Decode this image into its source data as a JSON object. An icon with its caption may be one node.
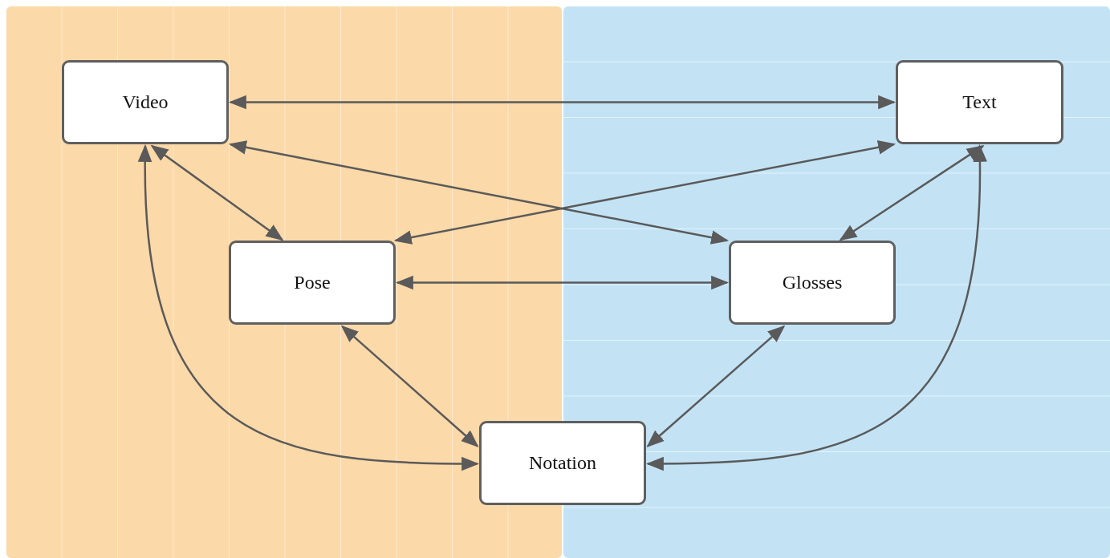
{
  "diagram": {
    "nodes": [
      {
        "text": [
          "Video"
        ]
      },
      {
        "text": [
          "Text"
        ]
      },
      {
        "text": [
          "Pose"
        ]
      },
      {
        "text": [
          "Glosses"
        ]
      },
      {
        "text": [
          "Notation"
        ]
      }
    ],
    "edges": [
      {
        "from": 0,
        "to": 1,
        "arrow": "both"
      },
      {
        "from": 0,
        "to": 2,
        "arrow": "both"
      },
      {
        "from": 0,
        "to": 3,
        "arrow": "both"
      },
      {
        "from": 0,
        "to": 4,
        "arrow": "both"
      },
      {
        "from": 1,
        "to": 2,
        "arrow": "both"
      },
      {
        "from": 1,
        "to": 3,
        "arrow": "both"
      },
      {
        "from": 1,
        "to": 4,
        "arrow": "both"
      },
      {
        "from": 2,
        "to": 3,
        "arrow": "both"
      },
      {
        "from": 2,
        "to": 4,
        "arrow": "both"
      },
      {
        "from": 3,
        "to": 4,
        "arrow": "both"
      }
    ]
  }
}
